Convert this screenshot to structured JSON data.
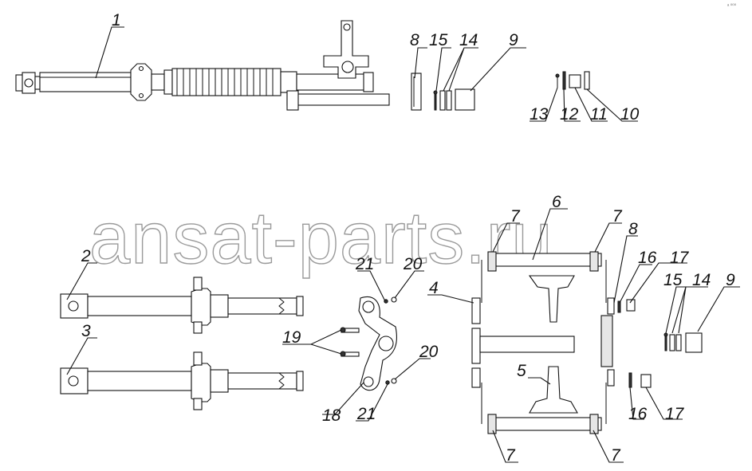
{
  "watermark": "ansat-parts.ru",
  "corner_mark": "ᵃ ⁰⁰⁰",
  "callouts": [
    {
      "id": "c1",
      "text": "1"
    },
    {
      "id": "c8a",
      "text": "8"
    },
    {
      "id": "c15a",
      "text": "15"
    },
    {
      "id": "c14a",
      "text": "14"
    },
    {
      "id": "c9a",
      "text": "9"
    },
    {
      "id": "c13",
      "text": "13"
    },
    {
      "id": "c12",
      "text": "12"
    },
    {
      "id": "c11",
      "text": "11"
    },
    {
      "id": "c10",
      "text": "10"
    },
    {
      "id": "c2",
      "text": "2"
    },
    {
      "id": "c3",
      "text": "3"
    },
    {
      "id": "c21a",
      "text": "21"
    },
    {
      "id": "c20a",
      "text": "20"
    },
    {
      "id": "c19",
      "text": "19"
    },
    {
      "id": "c18",
      "text": "18"
    },
    {
      "id": "c20b",
      "text": "20"
    },
    {
      "id": "c21b",
      "text": "21"
    },
    {
      "id": "c4",
      "text": "4"
    },
    {
      "id": "c7a",
      "text": "7"
    },
    {
      "id": "c6",
      "text": "6"
    },
    {
      "id": "c7b",
      "text": "7"
    },
    {
      "id": "c8b",
      "text": "8"
    },
    {
      "id": "c16a",
      "text": "16"
    },
    {
      "id": "c17a",
      "text": "17"
    },
    {
      "id": "c15b",
      "text": "15"
    },
    {
      "id": "c14b",
      "text": "14"
    },
    {
      "id": "c9b",
      "text": "9"
    },
    {
      "id": "c5",
      "text": "5"
    },
    {
      "id": "c16b",
      "text": "16"
    },
    {
      "id": "c17b",
      "text": "17"
    },
    {
      "id": "c7c",
      "text": "7"
    },
    {
      "id": "c7d",
      "text": "7"
    }
  ]
}
